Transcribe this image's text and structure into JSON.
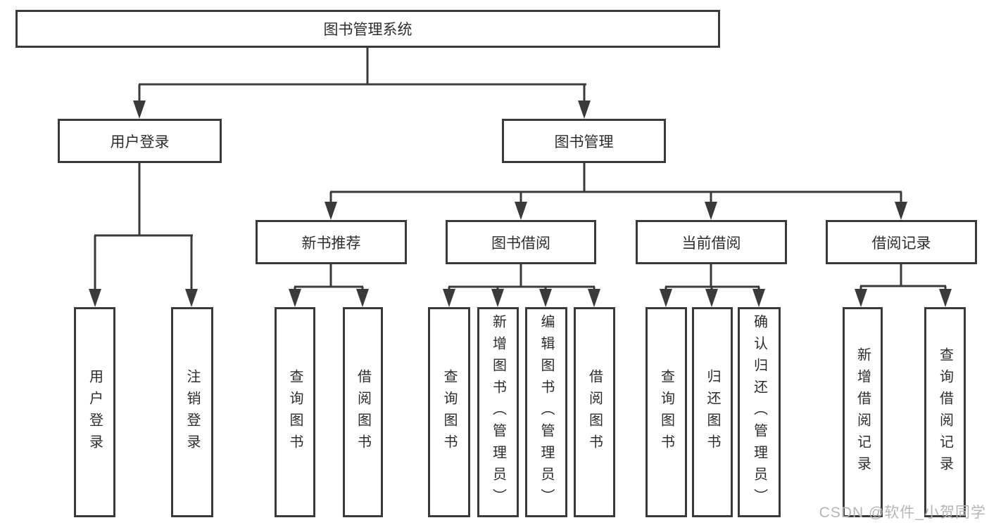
{
  "nodes": {
    "root": {
      "label": "图书管理系统"
    },
    "user_login_branch": {
      "label": "用户登录"
    },
    "book_mgmt": {
      "label": "图书管理"
    },
    "new_book_rec": {
      "label": "新书推荐"
    },
    "book_borrow": {
      "label": "图书借阅"
    },
    "current_borrow": {
      "label": "当前借阅"
    },
    "borrow_records": {
      "label": "借阅记录"
    },
    "leaf_user_login": {
      "label": "用户登录"
    },
    "leaf_logout": {
      "label": "注销登录"
    },
    "rec_query_books": {
      "label": "查询图书"
    },
    "rec_borrow_books": {
      "label": "借阅图书"
    },
    "bb_query_books": {
      "label": "查询图书"
    },
    "bb_add_books": {
      "label": "新增图书（管理员）"
    },
    "bb_edit_books": {
      "label": "编辑图书（管理员）"
    },
    "bb_borrow_books": {
      "label": "借阅图书"
    },
    "cb_query_books": {
      "label": "查询图书"
    },
    "cb_return_books": {
      "label": "归还图书"
    },
    "cb_confirm_return": {
      "label": "确认归还（管理员）"
    },
    "br_add_record": {
      "label": "新增借阅记录"
    },
    "br_query_record": {
      "label": "查询借阅记录"
    }
  },
  "hierarchy": {
    "图书管理系统": {
      "用户登录": [
        "用户登录",
        "注销登录"
      ],
      "图书管理": {
        "新书推荐": [
          "查询图书",
          "借阅图书"
        ],
        "图书借阅": [
          "查询图书",
          "新增图书（管理员）",
          "编辑图书（管理员）",
          "借阅图书"
        ],
        "当前借阅": [
          "查询图书",
          "归还图书",
          "确认归还（管理员）"
        ],
        "借阅记录": [
          "新增借阅记录",
          "查询借阅记录"
        ]
      }
    }
  },
  "watermark": {
    "text": "CSDN @软件_小贺同学",
    "color": "#b5b5b5"
  },
  "colors": {
    "line": "#3a3a3a",
    "box_border": "#3a3a3a",
    "text": "#2d2d2d",
    "background": "#ffffff"
  }
}
